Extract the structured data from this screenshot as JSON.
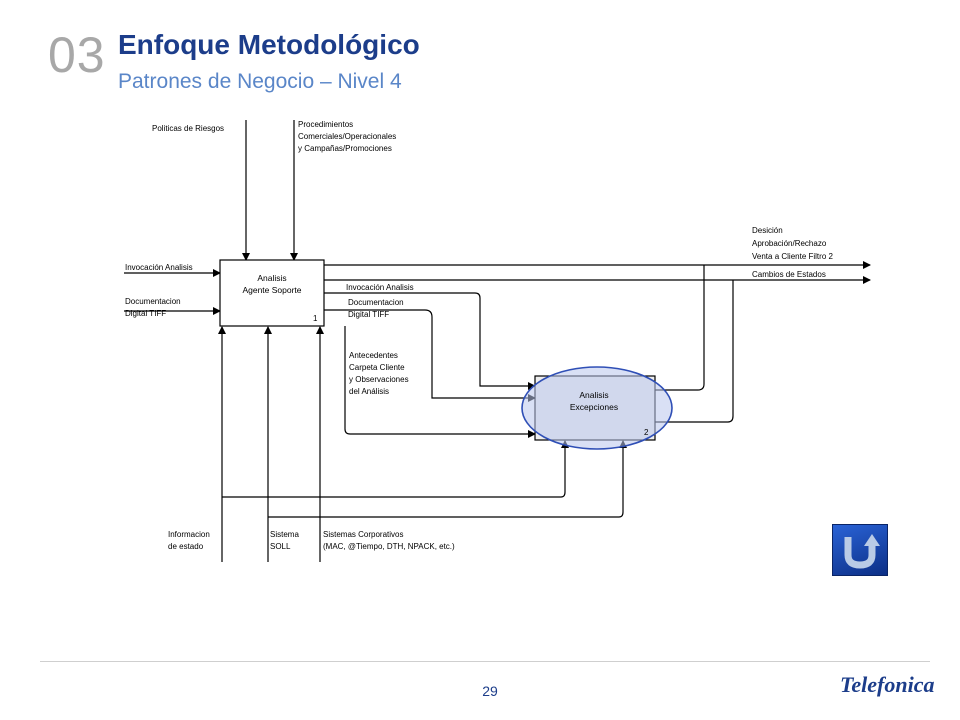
{
  "header": {
    "section_number": "03",
    "title": "Enfoque Metodológico",
    "subtitle": "Patrones de Negocio – Nivel 4"
  },
  "diagram": {
    "box1": {
      "line1": "Analisis",
      "line2": "Agente Soporte",
      "number": "1"
    },
    "box2": {
      "line1": "Analisis",
      "line2": "Excepciones",
      "number": "2"
    },
    "controls": {
      "politicas": "Politicas de Riesgos",
      "procedimientos": [
        "Procedimientos",
        "Comerciales/Operacionales",
        "y Campañas/Promociones"
      ]
    },
    "inputs": {
      "invocacion": "Invocación Analisis",
      "documentacion": [
        "Documentacion",
        "Digital TIFF"
      ]
    },
    "intermediate": {
      "invocacion": "Invocación Analisis",
      "documentacion": [
        "Documentacion",
        "Digital TIFF"
      ],
      "antecedentes": [
        "Antecedentes",
        "Carpeta Cliente",
        "y Observaciones",
        "del Análisis"
      ]
    },
    "outputs": {
      "desicion": [
        "Desición",
        "Aprobación/Rechazo",
        "Venta a Cliente Filtro 2"
      ],
      "cambios": "Cambios de Estados"
    },
    "mechanisms": {
      "informacion": [
        "Informacion",
        "de estado"
      ],
      "sistema": [
        "Sistema",
        "SOLL"
      ],
      "corporativos": [
        "Sistemas Corporativos",
        "(MAC, @Tiempo, DTH, NPACK, etc.)"
      ]
    }
  },
  "footer": {
    "page_number": "29",
    "brand": "Telefonica"
  }
}
